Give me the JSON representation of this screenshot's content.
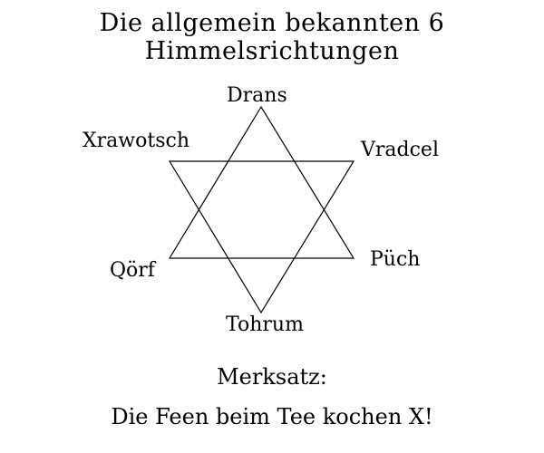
{
  "title": "Die allgemein bekannten 6 Himmelsrichtungen",
  "directions": {
    "top": "Drans",
    "upper_left": "Xrawotsch",
    "upper_right": "Vradcel",
    "lower_left": "Qörf",
    "lower_right": "Püch",
    "bottom": "Tohrum"
  },
  "mnemonic": {
    "heading": "Merksatz:",
    "sentence": "Die Feen beim Tee kochen X!"
  },
  "colors": {
    "text": "#000000",
    "lines": "#000000",
    "background": "#ffffff"
  }
}
